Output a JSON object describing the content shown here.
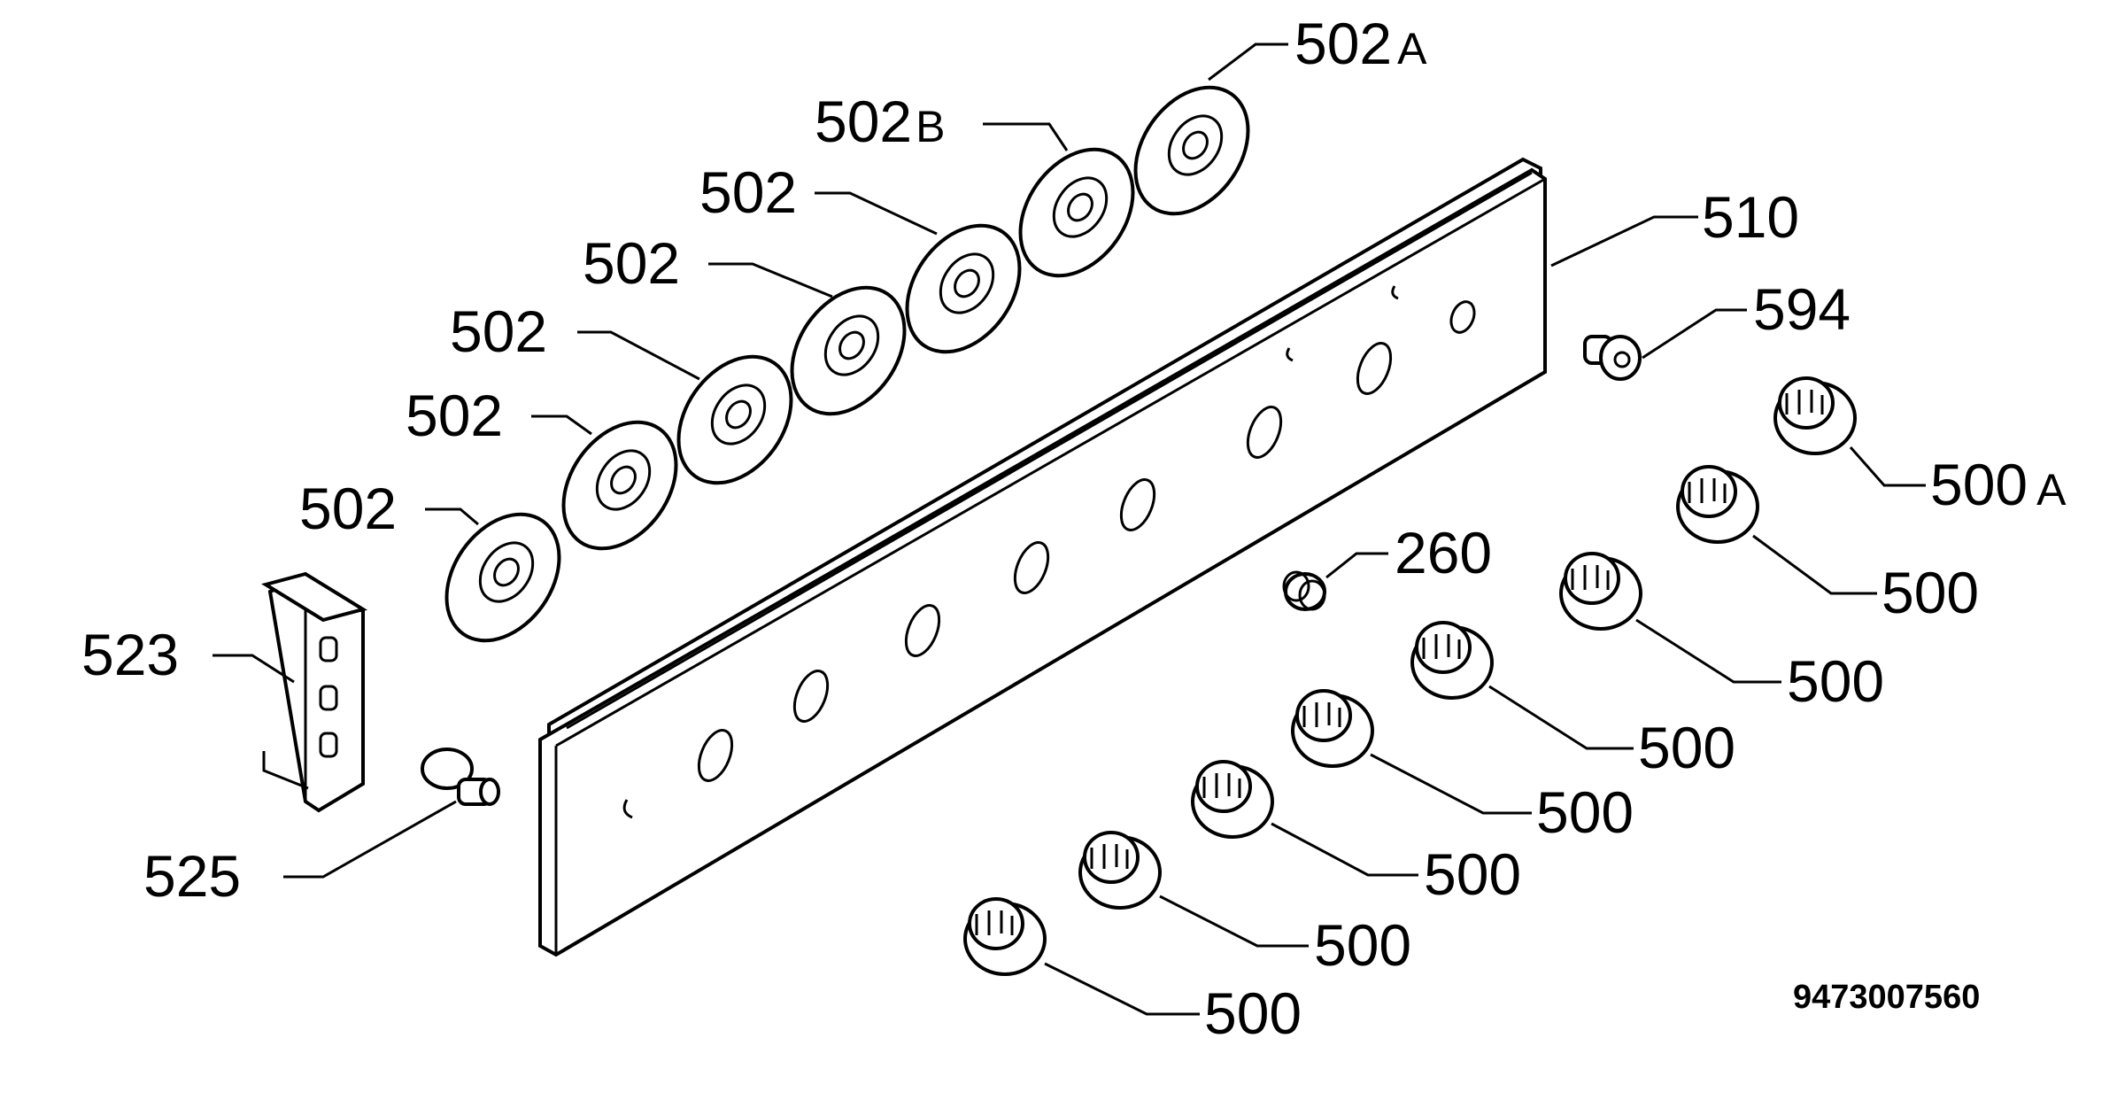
{
  "drawing_number": "9473007560",
  "labels": {
    "p502a": {
      "number": "502",
      "suffix": "A"
    },
    "p502b": {
      "number": "502",
      "suffix": "B"
    },
    "p502_1": {
      "number": "502"
    },
    "p502_2": {
      "number": "502"
    },
    "p502_3": {
      "number": "502"
    },
    "p502_4": {
      "number": "502"
    },
    "p502_5": {
      "number": "502"
    },
    "p510": {
      "number": "510"
    },
    "p594": {
      "number": "594"
    },
    "p500a": {
      "number": "500",
      "suffix": "A"
    },
    "p500_1": {
      "number": "500"
    },
    "p500_2": {
      "number": "500"
    },
    "p500_3": {
      "number": "500"
    },
    "p500_4": {
      "number": "500"
    },
    "p500_5": {
      "number": "500"
    },
    "p500_6": {
      "number": "500"
    },
    "p500_7": {
      "number": "500"
    },
    "p260": {
      "number": "260"
    },
    "p523": {
      "number": "523"
    },
    "p525": {
      "number": "525"
    }
  }
}
